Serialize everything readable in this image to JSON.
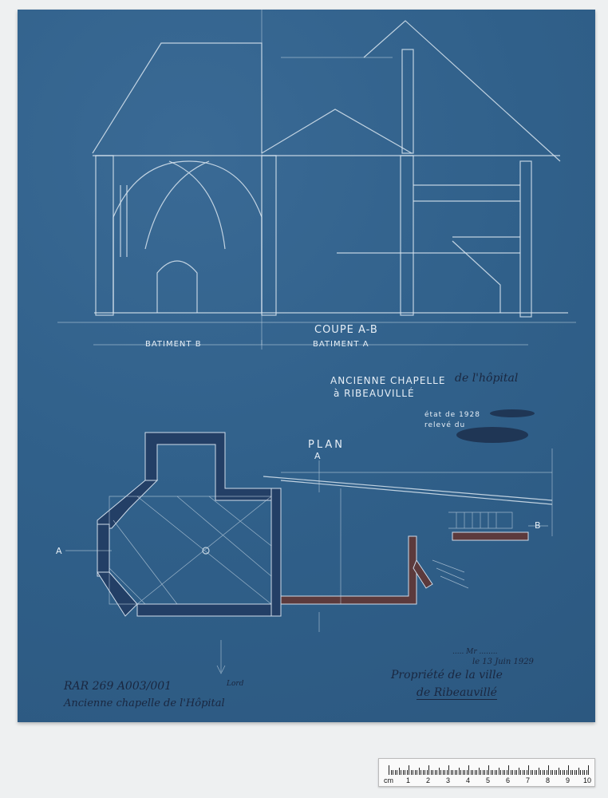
{
  "section": {
    "title": "COUPE A-B",
    "building_b": "BATIMENT B",
    "building_a": "BATIMENT A"
  },
  "heading": {
    "line1": "ANCIENNE CHAPELLE",
    "line1_hand": "de l'hôpital",
    "line2": "à RIBEAUVILLÉ",
    "state": "état de 1928",
    "surveyed": "relevé du"
  },
  "plan": {
    "title": "PLAN",
    "marker_a": "A",
    "marker_b": "B",
    "marker_a_left": "A"
  },
  "annotations": {
    "archive_ref": "RAR 269 A003/001",
    "archive_title": "Ancienne chapelle de l'Hôpital",
    "small_note": "Lord",
    "signature_line1": "..... Mr ........",
    "signature_date": "le 13 Juin 1929",
    "owner_line1": "Propriété de la ville",
    "owner_line2": "de Ribeauvillé"
  },
  "ruler": {
    "unit": "cm",
    "labels": [
      "1",
      "2",
      "3",
      "4",
      "5",
      "6",
      "7",
      "8",
      "9",
      "10"
    ]
  },
  "colors": {
    "blueprint": "#336089",
    "lines": "#dbe6f0",
    "paper": "#eef0f1"
  }
}
